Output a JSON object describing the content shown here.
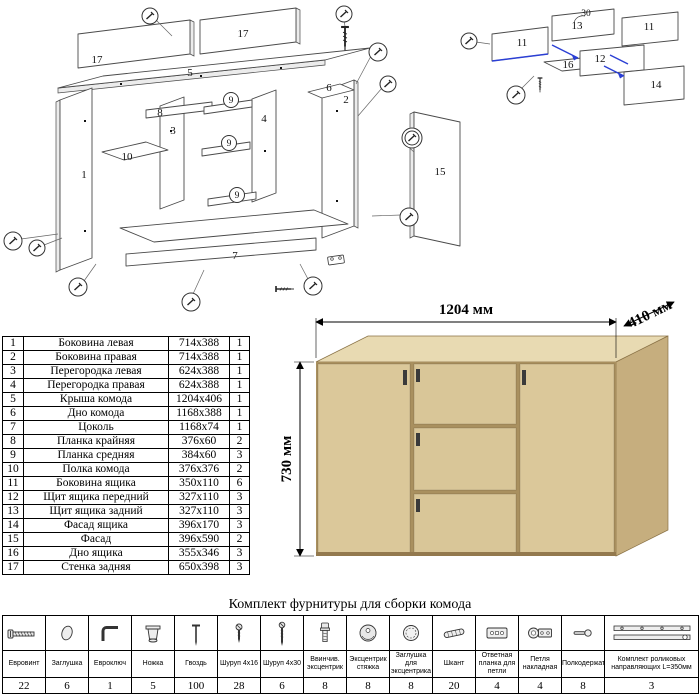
{
  "dresser": {
    "width_label": "1204 мм",
    "depth_label": "410 мм",
    "height_label": "730 мм"
  },
  "parts_table": {
    "rows": [
      {
        "n": "1",
        "name": "Боковина левая",
        "size": "714x388",
        "qty": "1"
      },
      {
        "n": "2",
        "name": "Боковина правая",
        "size": "714x388",
        "qty": "1"
      },
      {
        "n": "3",
        "name": "Перегородка левая",
        "size": "624x388",
        "qty": "1"
      },
      {
        "n": "4",
        "name": "Перегородка правая",
        "size": "624x388",
        "qty": "1"
      },
      {
        "n": "5",
        "name": "Крыша комода",
        "size": "1204x406",
        "qty": "1"
      },
      {
        "n": "6",
        "name": "Дно комода",
        "size": "1168x388",
        "qty": "1"
      },
      {
        "n": "7",
        "name": "Цоколь",
        "size": "1168x74",
        "qty": "1"
      },
      {
        "n": "8",
        "name": "Планка крайняя",
        "size": "376x60",
        "qty": "2"
      },
      {
        "n": "9",
        "name": "Планка средняя",
        "size": "384x60",
        "qty": "3"
      },
      {
        "n": "10",
        "name": "Полка комода",
        "size": "376x376",
        "qty": "2"
      },
      {
        "n": "11",
        "name": "Боковина ящика",
        "size": "350x110",
        "qty": "6"
      },
      {
        "n": "12",
        "name": "Щит ящика передний",
        "size": "327x110",
        "qty": "3"
      },
      {
        "n": "13",
        "name": "Щит ящика задний",
        "size": "327x110",
        "qty": "3"
      },
      {
        "n": "14",
        "name": "Фасад ящика",
        "size": "396x170",
        "qty": "3"
      },
      {
        "n": "15",
        "name": "Фасад",
        "size": "396x590",
        "qty": "2"
      },
      {
        "n": "16",
        "name": "Дно ящика",
        "size": "355x346",
        "qty": "3"
      },
      {
        "n": "17",
        "name": "Стенка задняя",
        "size": "650x398",
        "qty": "3"
      }
    ]
  },
  "hardware": {
    "title": "Комплект фурнитуры для сборки комода",
    "items": [
      {
        "name": "Евровинт",
        "qty": "22"
      },
      {
        "name": "Заглушка",
        "qty": "6"
      },
      {
        "name": "Евроключ",
        "qty": "1"
      },
      {
        "name": "Ножка",
        "qty": "5"
      },
      {
        "name": "Гвоздь",
        "qty": "100"
      },
      {
        "name": "Шуруп 4x16",
        "qty": "28"
      },
      {
        "name": "Шуруп 4x30",
        "qty": "6"
      },
      {
        "name": "Ввинчив. эксцентрик",
        "qty": "8"
      },
      {
        "name": "Эксцентрик стяжка",
        "qty": "8"
      },
      {
        "name": "Заглушка для эксцентрика",
        "qty": "8"
      },
      {
        "name": "Шкант",
        "qty": "20"
      },
      {
        "name": "Ответная планка для петли",
        "qty": "4"
      },
      {
        "name": "Петля накладная",
        "qty": "4"
      },
      {
        "name": "Полкодержатель",
        "qty": "8"
      },
      {
        "name": "Комплект роликовых направляющих L=350мм",
        "qty": "3"
      }
    ]
  },
  "diagram_main": {
    "labels": [
      "17",
      "5",
      "17",
      "8",
      "3",
      "10",
      "1",
      "9",
      "4",
      "9",
      "9",
      "6",
      "2",
      "7",
      "15"
    ]
  },
  "diagram_drawer": {
    "labels": [
      "13",
      "11",
      "11",
      "12",
      "16",
      "14"
    ],
    "angle_label": "30"
  }
}
